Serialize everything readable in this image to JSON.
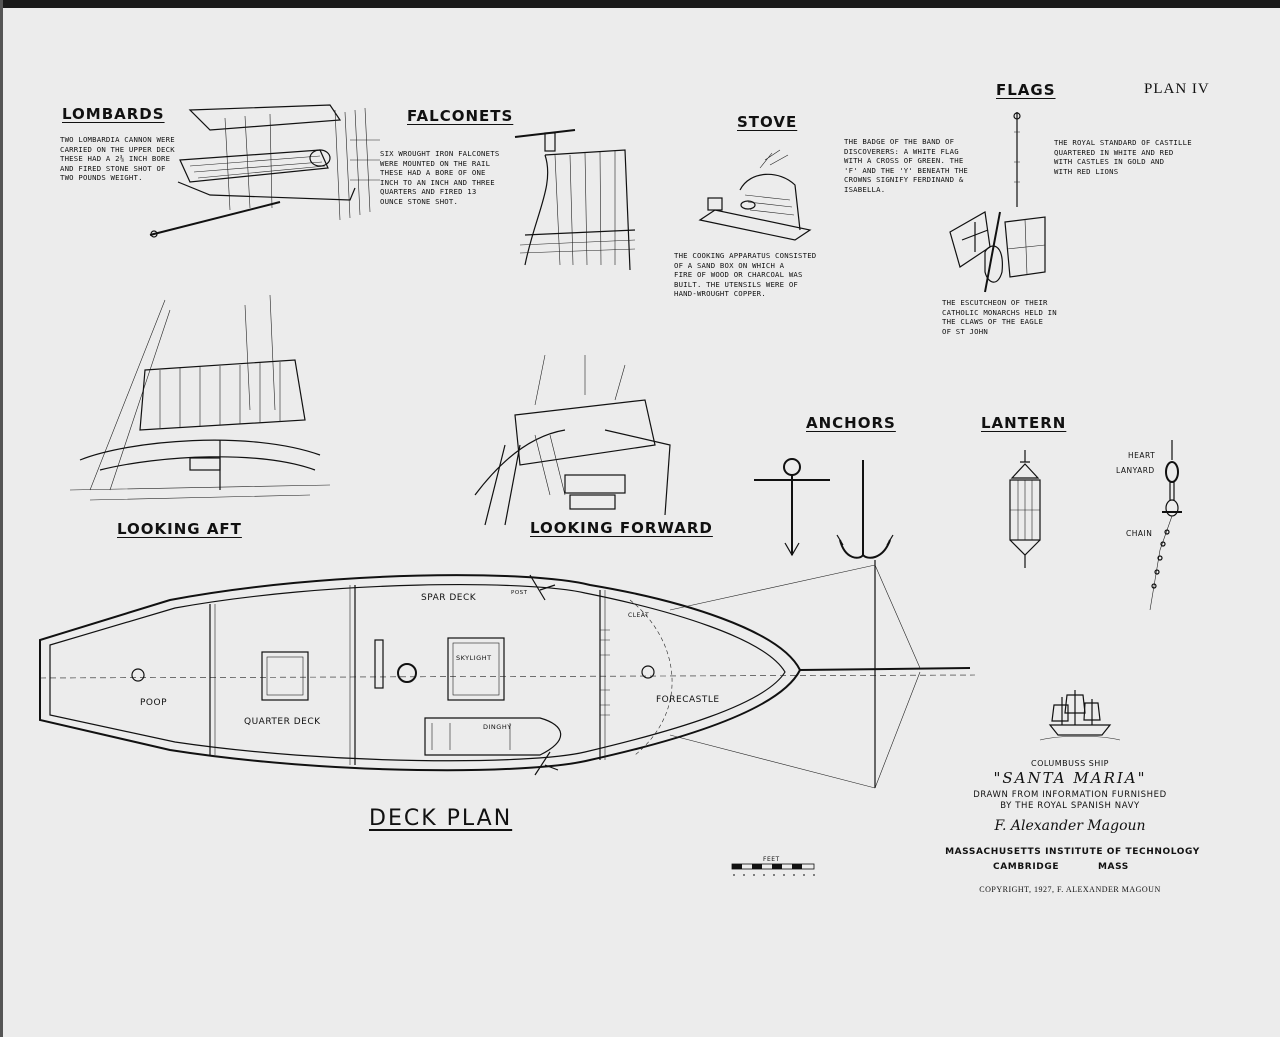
{
  "plate": "PLAN IV",
  "sections": {
    "lombards": {
      "heading": "LOMBARDS",
      "note": "Two Lombardia cannon were\ncarried on the upper deck\nthese had a 2⅜ inch bore\nand fired stone shot of\ntwo pounds weight."
    },
    "falconets": {
      "heading": "FALCONETS",
      "note": "Six wrought iron falconets\nwere mounted on the rail\nthese had a bore of one\ninch to an inch and three\nquarters and fired 13\nounce stone shot."
    },
    "stove": {
      "heading": "STOVE",
      "note": "The cooking apparatus consisted\nof a sand box on which a\nfire of wood or charcoal was\nbuilt. The utensils were of\nhand-wrought copper."
    },
    "flags": {
      "heading": "FLAGS",
      "note_badge": "The badge of the band of\ndiscoverers: a white flag\nwith a cross of green. The\n'F' and the 'Y' beneath the\ncrowns signify Ferdinand &\nIsabella.",
      "note_standard": "The royal standard of Castille\nquartered in white and red\nwith castles in gold and\nwith red lions",
      "note_escutcheon": "The escutcheon of their\ncatholic monarchs held in\nthe claws of the eagle\nof St John"
    },
    "looking_aft": {
      "heading": "LOOKING AFT"
    },
    "looking_forward": {
      "heading": "LOOKING FORWARD"
    },
    "anchors": {
      "heading": "ANCHORS"
    },
    "lantern": {
      "heading": "LANTERN",
      "labels": {
        "heart": "HEART",
        "lanyard": "LANYARD",
        "chain": "CHAIN"
      }
    }
  },
  "deck_plan": {
    "heading": "DECK PLAN",
    "labels": {
      "poop": "POOP",
      "quarter_deck": "QUARTER DECK",
      "spar_deck": "SPAR DECK",
      "skylight": "SKYLIGHT",
      "dinghy": "DINGHY",
      "forecastle": "FORECASTLE",
      "cleat": "CLEAT",
      "post": "POST"
    },
    "scale_label": "FEET"
  },
  "title_block": {
    "line1": "COLUMBUSS SHIP",
    "line2": "\"SANTA MARIA\"",
    "line3": "DRAWN FROM INFORMATION FURNISHED",
    "line4": "BY THE ROYAL SPANISH NAVY",
    "signature": "F. Alexander Magoun",
    "institute": "MASSACHUSETTS INSTITUTE OF TECHNOLOGY",
    "city": "CAMBRIDGE",
    "state": "MASS",
    "copyright": "COPYRIGHT, 1927, F. ALEXANDER MAGOUN"
  }
}
